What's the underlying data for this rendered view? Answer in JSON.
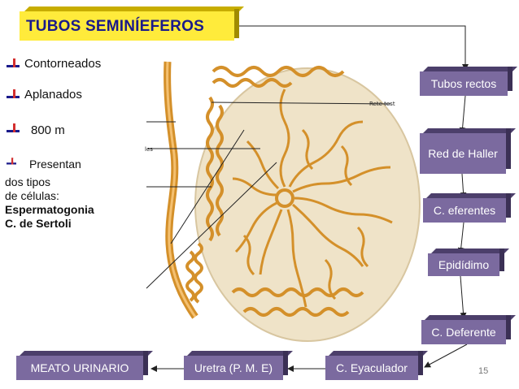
{
  "title": "TUBOS SEMINÍEFEROS",
  "bullets": [
    {
      "label": "Contorneados"
    },
    {
      "label": "Aplanados"
    },
    {
      "label": "800 m"
    },
    {
      "label": "Presentan"
    }
  ],
  "description": {
    "line1": "dos tipos",
    "line2": "de células:",
    "bold1": "Espermatogonia",
    "bold2": "C. de Sertoli"
  },
  "illustration_labels": {
    "rete": "Rete test",
    "left": "les"
  },
  "flow": {
    "tubos_rectos": "Tubos rectos",
    "red_haller": "Red de Haller",
    "eferentes": "C. eferentes",
    "epididimo": "Epidídimo",
    "deferente": "C. Deferente",
    "eyaculador": "C. Eyaculador",
    "uretra": "Uretra (P. M. E)",
    "meato": "MEATO URINARIO"
  },
  "page_number": "15",
  "colors": {
    "title_bg": "#ffeb3b",
    "title_text": "#1a1a8a",
    "box_bg": "#7b6a9f",
    "tubule": "#d4902a",
    "testis_bg": "#efe3c8"
  }
}
